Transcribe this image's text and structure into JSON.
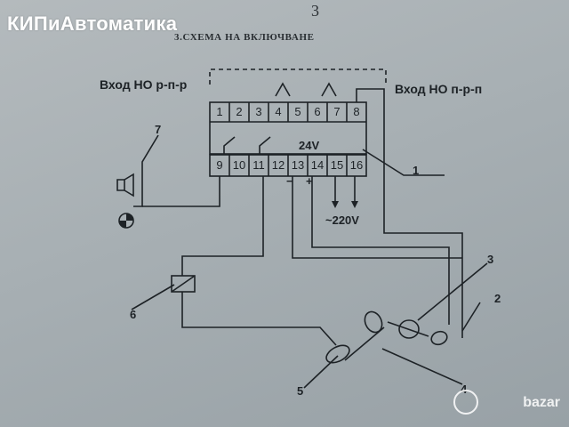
{
  "watermark": "КИПиАвтоматика",
  "brand": "bazar",
  "page_number": "3",
  "heading": "3.СХЕМА НА ВКЛЮЧВАНЕ",
  "input_left": "Вход НО р-п-р",
  "input_right": "Вход НО п-р-п",
  "terminals_top": [
    "1",
    "2",
    "3",
    "4",
    "5",
    "6",
    "7",
    "8"
  ],
  "terminals_bottom": [
    "9",
    "10",
    "11",
    "12",
    "13",
    "14",
    "15",
    "16"
  ],
  "supply_dc": "24V",
  "polarity_minus": "−",
  "polarity_plus": "+",
  "supply_ac": "~220V",
  "callouts": [
    "1",
    "2",
    "3",
    "4",
    "5",
    "6",
    "7"
  ]
}
